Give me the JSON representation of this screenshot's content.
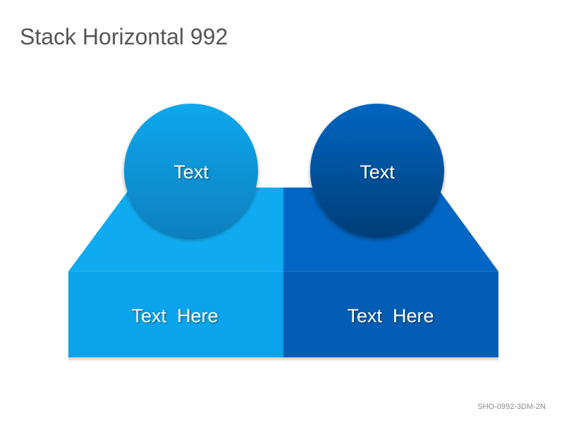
{
  "title": "Stack Horizontal 992",
  "footer_code": "SHO-0992-3DM-2N",
  "colors": {
    "light_top": "#10aaf0",
    "light_front": "#0aa3ec",
    "dark_top": "#0266c5",
    "dark_front": "#035db4",
    "light_circle_top": "#0aa8ec",
    "light_circle_bottom": "#0a7fc0",
    "dark_circle_top": "#0266c0",
    "dark_circle_bottom": "#013d77"
  },
  "blocks": [
    {
      "circle_label": "Text",
      "front_label": "Text  Here"
    },
    {
      "circle_label": "Text",
      "front_label": "Text  Here"
    }
  ]
}
